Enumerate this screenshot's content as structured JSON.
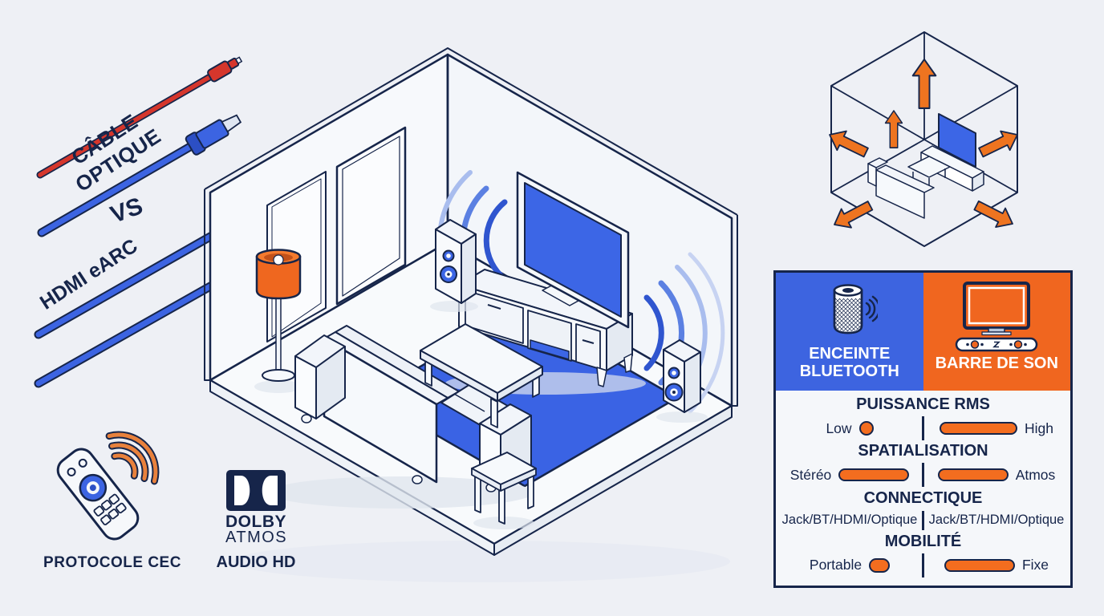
{
  "colors": {
    "background": "#eef0f5",
    "navy": "#16254a",
    "blue_accent": "#3d64e0",
    "orange_accent": "#f0661f",
    "red_cable": "#d5362c",
    "rug_blue": "#3a63e4"
  },
  "vs_panel": {
    "optical_cable_label": "CÂBLE OPTIQUE",
    "vs_label": "VS",
    "hdmi_cable_label": "HDMI eARC"
  },
  "features": {
    "cec_label": "PROTOCOLE CEC",
    "dolby_logo_line1": "DOLBY",
    "dolby_logo_line2": "ATMOS",
    "audio_hd_label": "AUDIO HD"
  },
  "comparison_table": {
    "left_column": {
      "title": "ENCEINTE BLUETOOTH",
      "icon": "bluetooth-speaker-icon",
      "color": "#3d64e0"
    },
    "right_column": {
      "title": "BARRE DE SON",
      "icon": "tv-soundbar-icon",
      "color": "#f0661f"
    },
    "rows": [
      {
        "heading": "PUISSANCE RMS",
        "left_label": "Low",
        "left_meter": "dot",
        "right_meter": "pill-lg",
        "right_label": "High"
      },
      {
        "heading": "SPATIALISATION",
        "left_label": "Stéréo",
        "left_meter": "pill-md",
        "right_meter": "pill-md",
        "right_label": "Atmos"
      },
      {
        "heading": "CONNECTIQUE",
        "left_label": "Jack/BT/HDMI/Optique",
        "left_meter": "none",
        "right_meter": "none",
        "right_label": "Jack/BT/HDMI/Optique"
      },
      {
        "heading": "MOBILITÉ",
        "left_label": "Portable",
        "left_meter": "oval",
        "right_meter": "pill-md",
        "right_label": "Fixe"
      }
    ]
  }
}
